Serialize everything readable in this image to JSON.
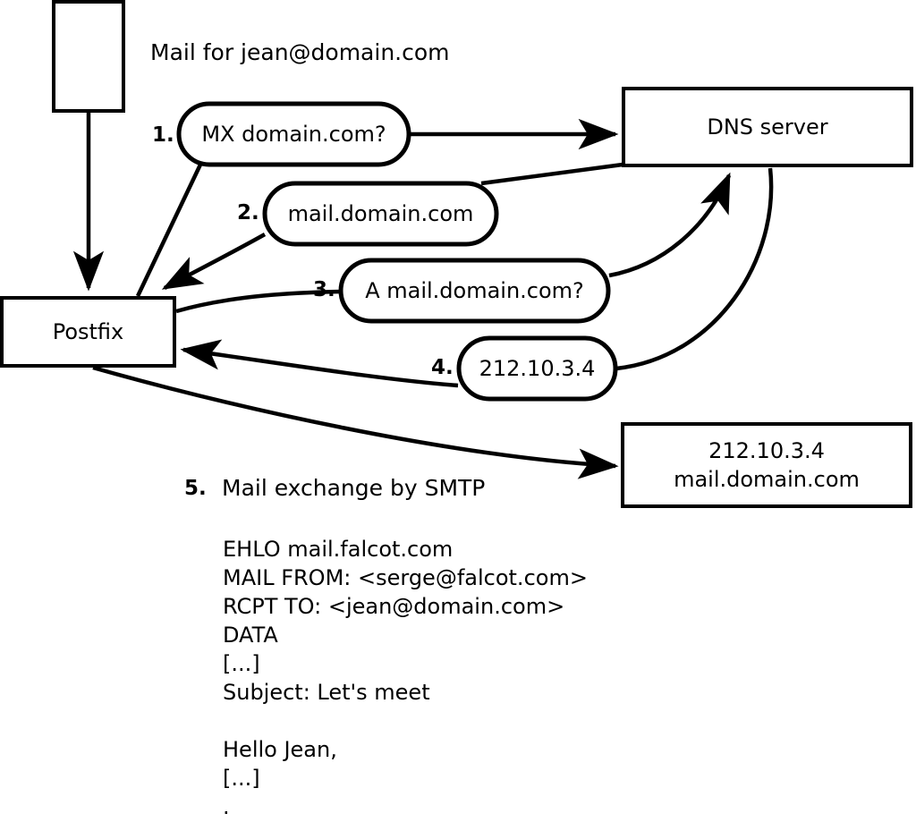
{
  "diagram": {
    "title_text": "Mail for jean@domain.com",
    "nodes": {
      "sender_box": {
        "label": ""
      },
      "postfix": {
        "label": "Postfix"
      },
      "dns_server": {
        "label": "DNS server"
      },
      "mail_host": {
        "line1": "212.10.3.4",
        "line2": "mail.domain.com"
      }
    },
    "steps": [
      {
        "num": "1.",
        "label": "MX domain.com?"
      },
      {
        "num": "2.",
        "label": "mail.domain.com"
      },
      {
        "num": "3.",
        "label": "A mail.domain.com?"
      },
      {
        "num": "4.",
        "label": "212.10.3.4"
      }
    ],
    "step5": {
      "num": "5.",
      "label": "Mail exchange by SMTP"
    },
    "smtp_transcript": [
      "EHLO mail.falcot.com",
      "MAIL FROM: <serge@falcot.com>",
      "RCPT TO: <jean@domain.com>",
      "DATA",
      "[...]",
      "Subject: Let's meet",
      "",
      "Hello Jean,",
      "[...]",
      "."
    ],
    "colors": {
      "stroke": "#000000",
      "fill": "#ffffff",
      "text": "#000000"
    }
  }
}
